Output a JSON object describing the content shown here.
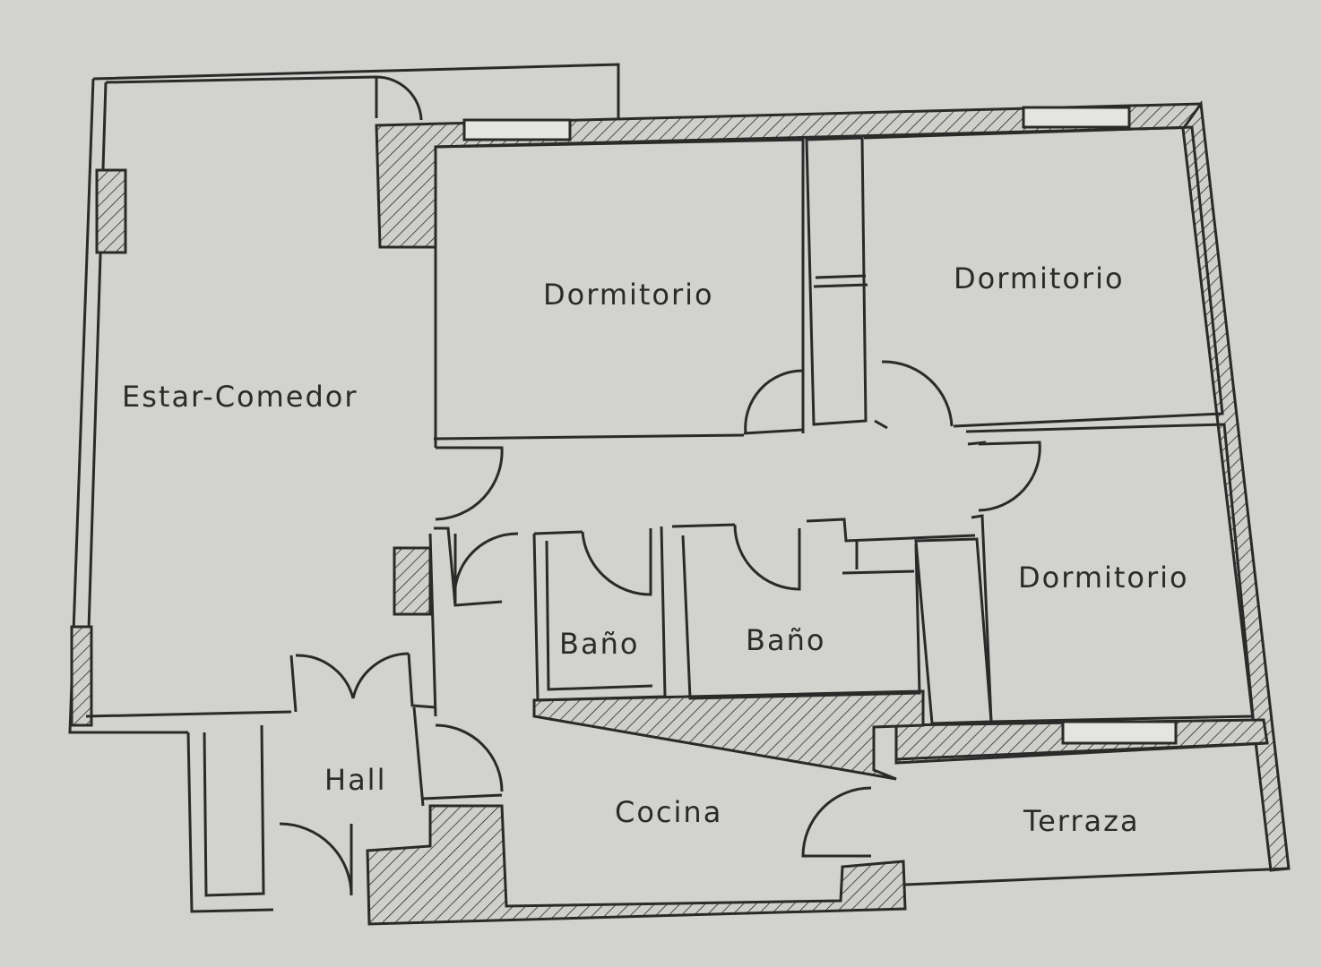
{
  "floor_plan": {
    "rooms": [
      {
        "id": "estar-comedor",
        "label": "Estar-Comedor"
      },
      {
        "id": "dormitorio-1",
        "label": "Dormitorio"
      },
      {
        "id": "dormitorio-2",
        "label": "Dormitorio"
      },
      {
        "id": "dormitorio-3",
        "label": "Dormitorio"
      },
      {
        "id": "bano-1",
        "label": "Baño"
      },
      {
        "id": "bano-2",
        "label": "Baño"
      },
      {
        "id": "hall",
        "label": "Hall"
      },
      {
        "id": "cocina",
        "label": "Cocina"
      },
      {
        "id": "terraza",
        "label": "Terraza"
      }
    ]
  },
  "colors": {
    "paper": "#d2d3cf",
    "ink": "#2a2a2a"
  }
}
